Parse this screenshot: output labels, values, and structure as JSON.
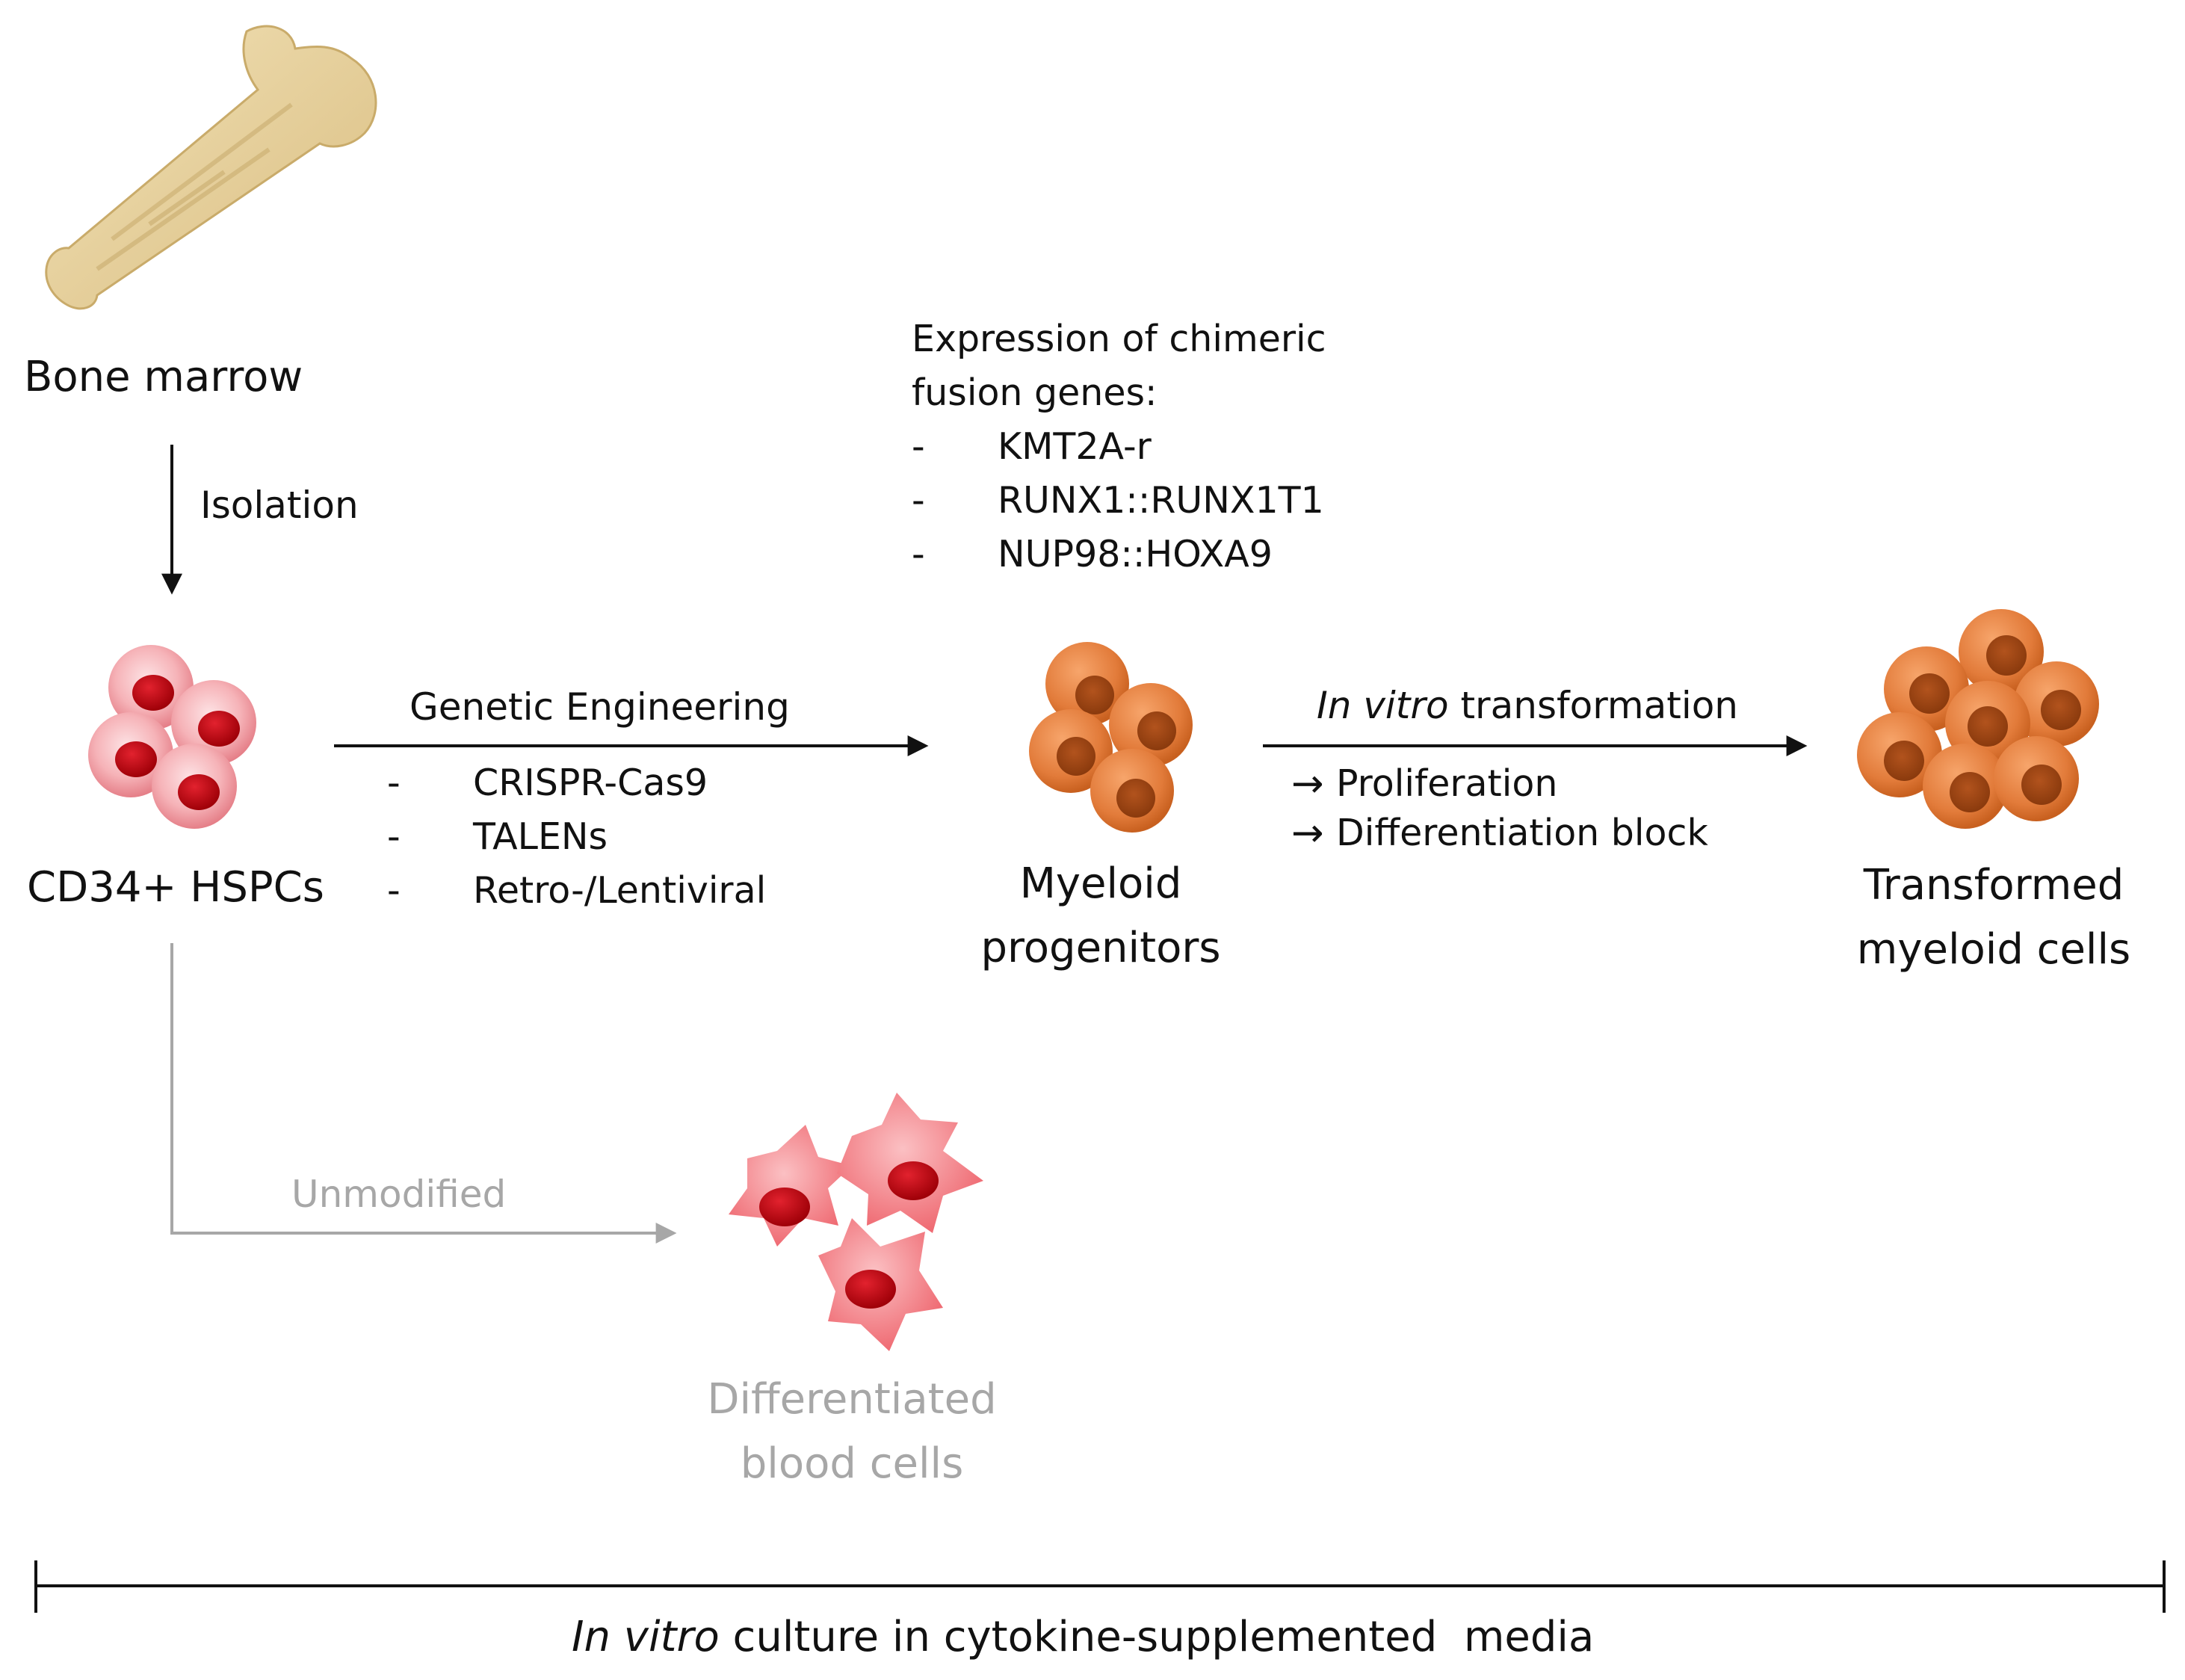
{
  "nodes": {
    "bone_marrow": "Bone marrow",
    "hspcs": "CD34+ HSPCs",
    "myeloid_progenitors": [
      "Myeloid",
      "progenitors"
    ],
    "transformed": [
      "Transformed",
      "myeloid cells"
    ],
    "differentiated": [
      "Differentiated",
      "blood cells"
    ]
  },
  "edges": {
    "isolation": "Isolation",
    "genetic_engineering": {
      "title": "Genetic Engineering",
      "methods": [
        "CRISPR-Cas9",
        "TALENs",
        "Retro-/Lentiviral"
      ]
    },
    "in_vitro_transformation": {
      "title_italic": "In vitro",
      "title_rest": " transformation",
      "outcomes": [
        "Proliferation",
        "Differentiation block"
      ]
    },
    "unmodified": "Unmodified"
  },
  "fusion_genes": {
    "heading": [
      "Expression of chimeric",
      "fusion genes:"
    ],
    "items": [
      "KMT2A-r",
      "RUNX1::RUNX1T1",
      "NUP98::HOXA9"
    ]
  },
  "timeline": {
    "label_italic": "In vitro",
    "label_rest": " culture in cytokine-supplemented  media"
  },
  "list_markers": {
    "dash": "-",
    "arrow": "→"
  },
  "icons": {
    "bone": "bone-icon",
    "hspc_cell": "hspc-cell-icon",
    "myeloid_cell": "myeloid-cell-icon",
    "differentiated_cell": "differentiated-cell-icon"
  },
  "colors": {
    "hspc_body": "#f3a0a6",
    "hspc_nucleus": "#c3000f",
    "myeloid_body": "#e07a3a",
    "myeloid_nucleus": "#9b3f10",
    "differentiated_body": "#f26d74",
    "bone": "#ead3a0",
    "gray_text": "#a7a7a7"
  }
}
